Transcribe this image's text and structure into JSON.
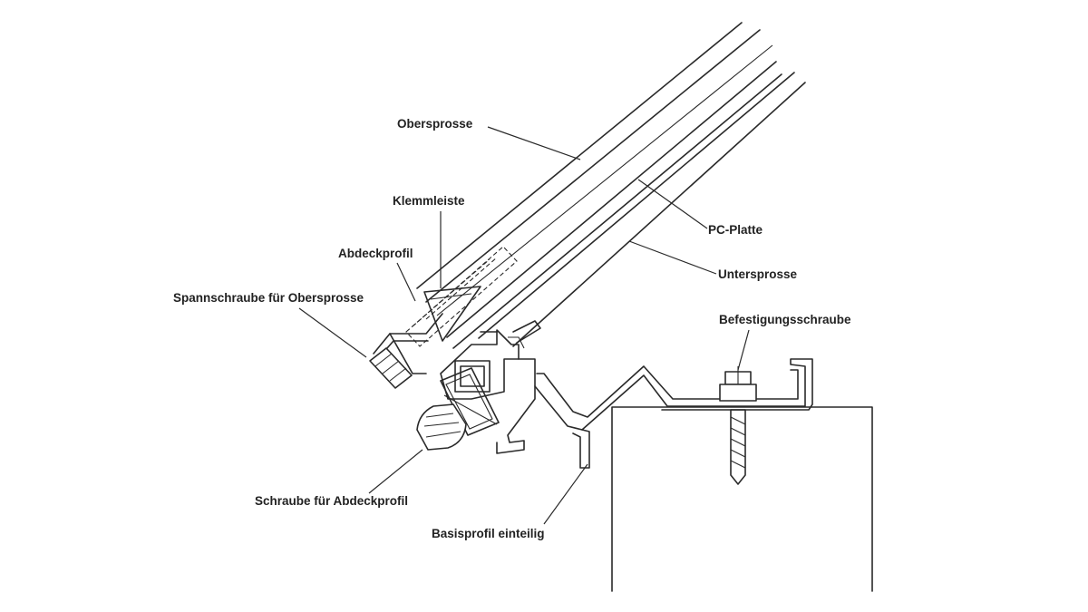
{
  "labels": {
    "obersprosse": "Obersprosse",
    "klemmleiste": "Klemmleiste",
    "abdeckprofil": "Abdeckprofil",
    "spannschraube": "Spannschraube für Obersprosse",
    "pc_platte": "PC-Platte",
    "untersprosse": "Untersprosse",
    "befestigungsschraube": "Befestigungsschraube",
    "schraube_abdeckprofil": "Schraube für Abdeckprofil",
    "basisprofil": "Basisprofil einteilig"
  },
  "colors": {
    "line": "#2a2a2a",
    "text": "#222222",
    "background": "#ffffff"
  }
}
